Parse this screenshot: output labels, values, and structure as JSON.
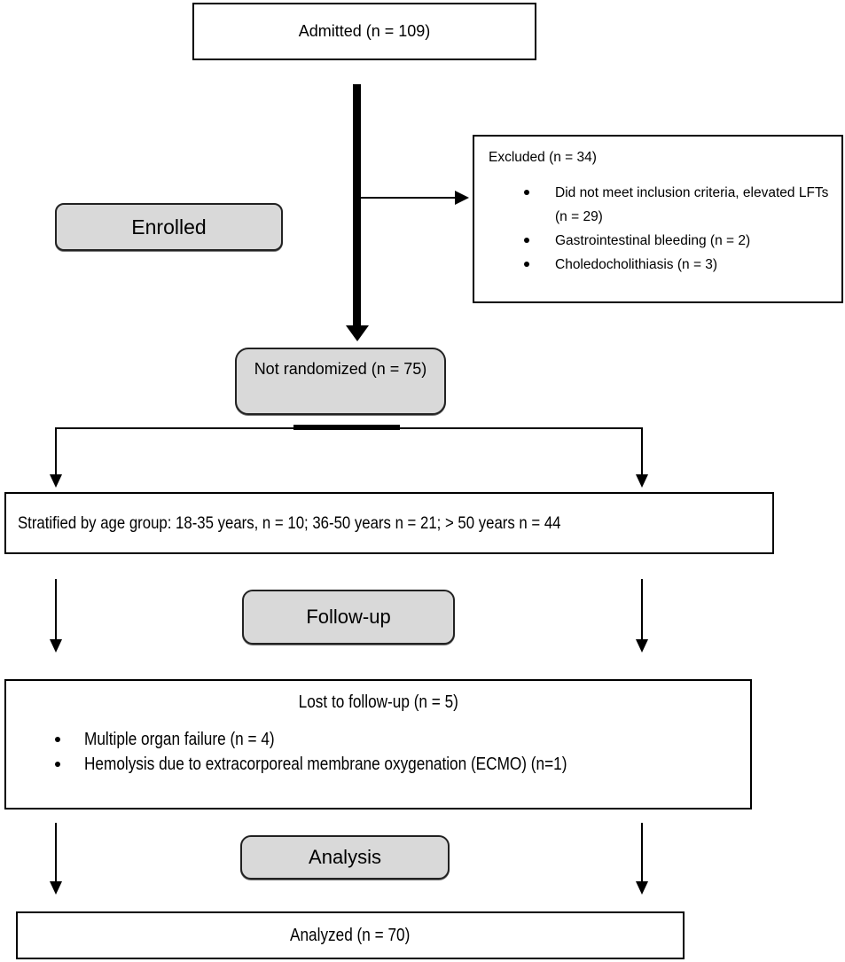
{
  "colors": {
    "stage_fill": "#d9d9d9",
    "line": "#000000",
    "box_fill": "#ffffff"
  },
  "admitted": {
    "label": "Admitted (n = 109)"
  },
  "enrolled": {
    "label": "Enrolled"
  },
  "excluded": {
    "title": "Excluded (n = 34)",
    "items": [
      "Did not meet inclusion criteria, elevated LFTs (n = 29)",
      "Gastrointestinal bleeding (n = 2)",
      "Choledocholithiasis  (n = 3)"
    ]
  },
  "not_randomized": {
    "label": "Not randomized (n = 75)"
  },
  "stratified": {
    "label": "Stratified by age group: 18-35 years, n = 10; 36-50 years n = 21; > 50 years n = 44"
  },
  "follow_up": {
    "label": "Follow-up"
  },
  "lost_to_follow_up": {
    "title": "Lost to follow-up (n = 5)",
    "items": [
      "Multiple organ failure (n = 4)",
      "Hemolysis due to extracorporeal membrane oxygenation (ECMO) (n=1)"
    ]
  },
  "analysis": {
    "label": "Analysis"
  },
  "analyzed": {
    "label": "Analyzed (n = 70)"
  }
}
